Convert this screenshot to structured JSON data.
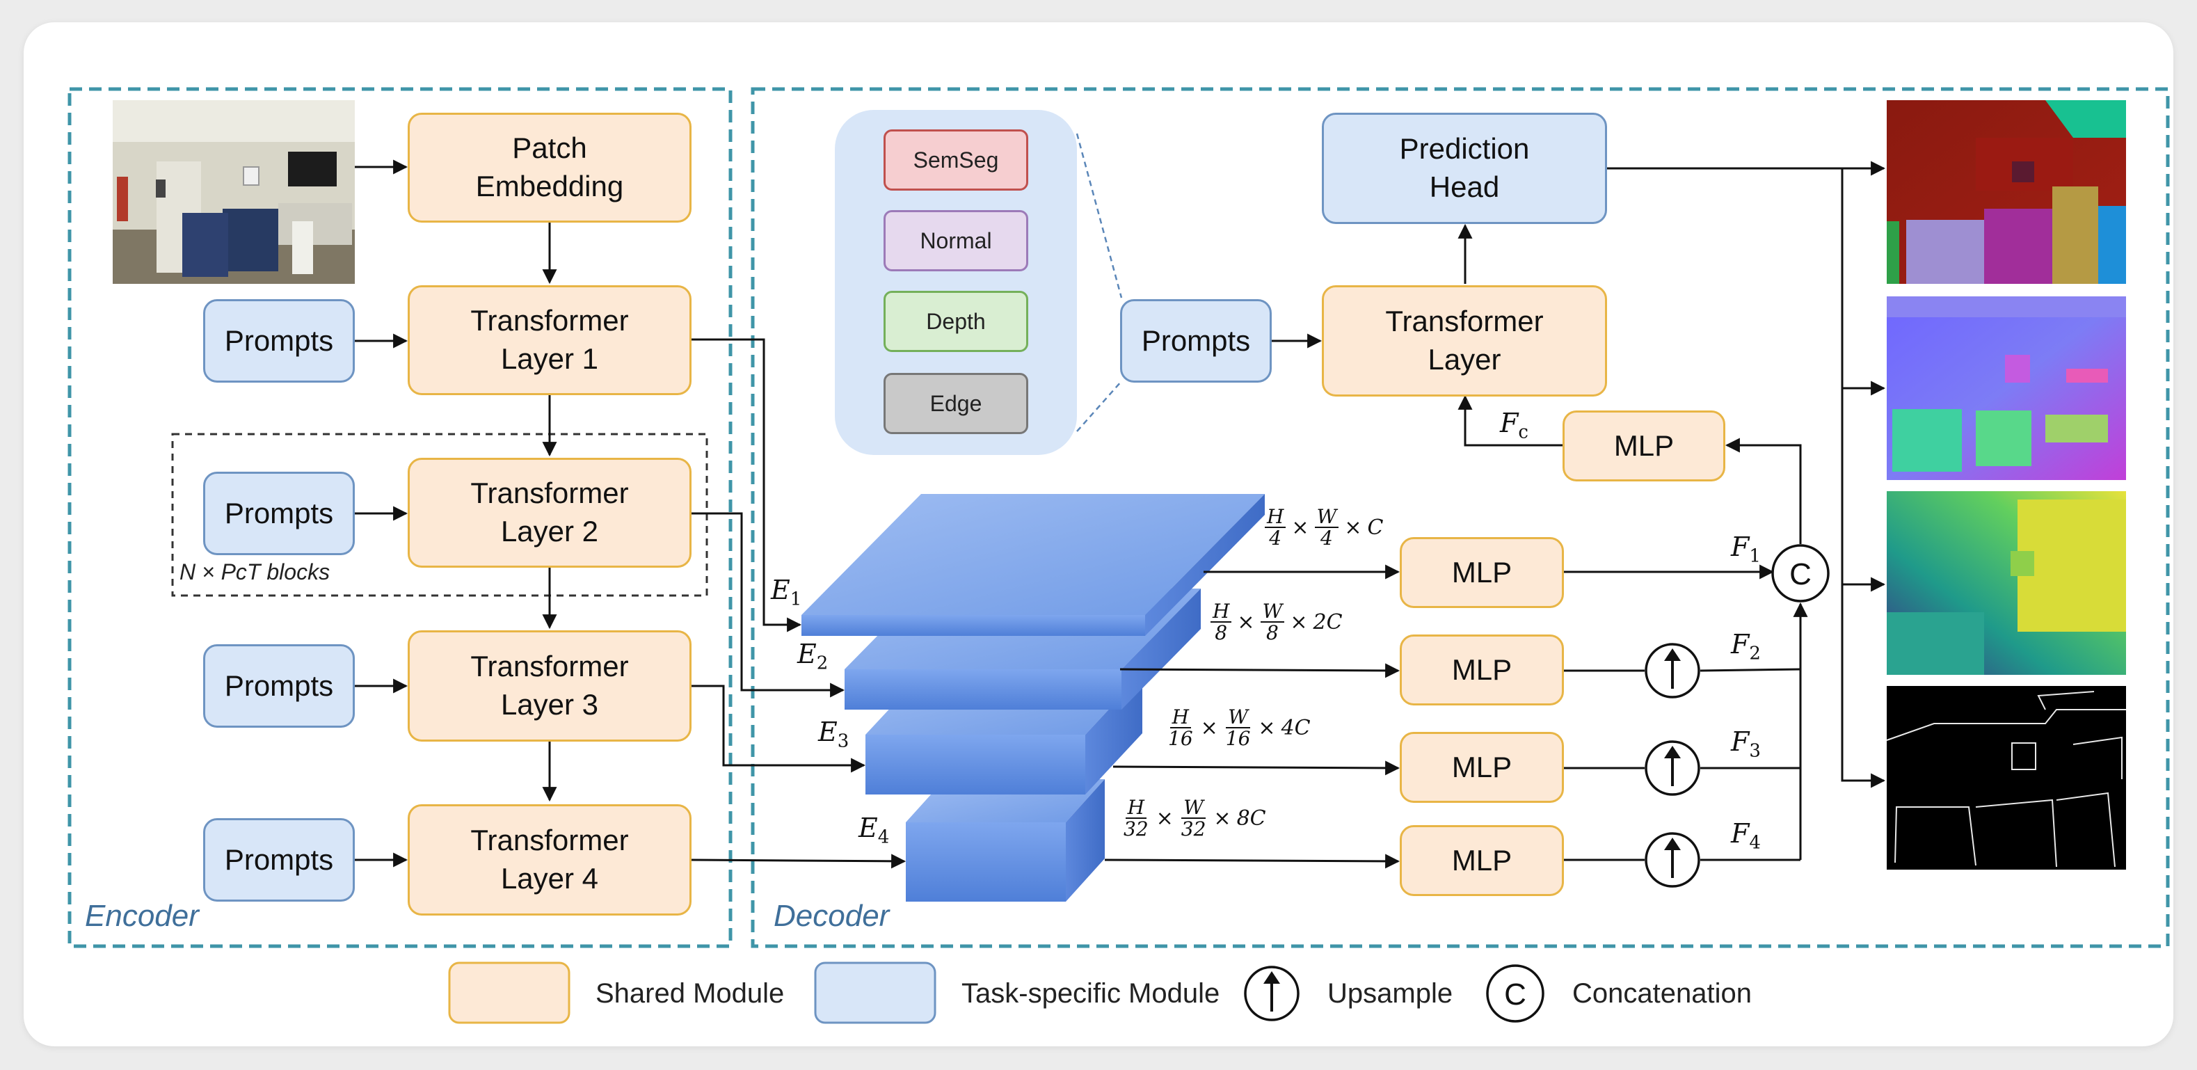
{
  "colors": {
    "shared_fill": "#fde9d6",
    "shared_border": "#e8b546",
    "task_fill": "#d8e6f8",
    "task_border": "#6e94c2",
    "section_border": "#3f95a8",
    "feature_block": "#5b8be0"
  },
  "encoder": {
    "section_label": "Encoder",
    "image_alt_icon": "room-photo",
    "patch_embedding": "Patch\nEmbedding",
    "prompts_label": "Prompts",
    "layers": [
      "Transformer\nLayer 1",
      "Transformer\nLayer 2",
      "Transformer\nLayer 3",
      "Transformer\nLayer 4"
    ],
    "blocks_label": "N × PcT blocks"
  },
  "decoder": {
    "section_label": "Decoder",
    "tasks": [
      "SemSeg",
      "Normal",
      "Depth",
      "Edge"
    ],
    "prompts_label": "Prompts",
    "transformer_layer": "Transformer\nLayer",
    "prediction_head": "Prediction\nHead",
    "mlp_label": "MLP",
    "fc_label": "F",
    "fc_sub": "c",
    "concat_symbol": "C",
    "upsample_symbol": "↑",
    "features": [
      {
        "e": "E",
        "sub": "1",
        "f": "F",
        "fsub": "1",
        "h": "H",
        "hd": "4",
        "w": "W",
        "wd": "4",
        "c": "C"
      },
      {
        "e": "E",
        "sub": "2",
        "f": "F",
        "fsub": "2",
        "h": "H",
        "hd": "8",
        "w": "W",
        "wd": "8",
        "c": "2C"
      },
      {
        "e": "E",
        "sub": "3",
        "f": "F",
        "fsub": "3",
        "h": "H",
        "hd": "16",
        "w": "W",
        "wd": "16",
        "c": "4C"
      },
      {
        "e": "E",
        "sub": "4",
        "f": "F",
        "fsub": "4",
        "h": "H",
        "hd": "32",
        "w": "W",
        "wd": "32",
        "c": "8C"
      }
    ],
    "outputs": [
      "semseg-output",
      "normal-output",
      "depth-output",
      "edge-output"
    ]
  },
  "legend": {
    "shared": "Shared Module",
    "task": "Task-specific Module",
    "upsample": "Upsample",
    "concat": "Concatenation"
  }
}
